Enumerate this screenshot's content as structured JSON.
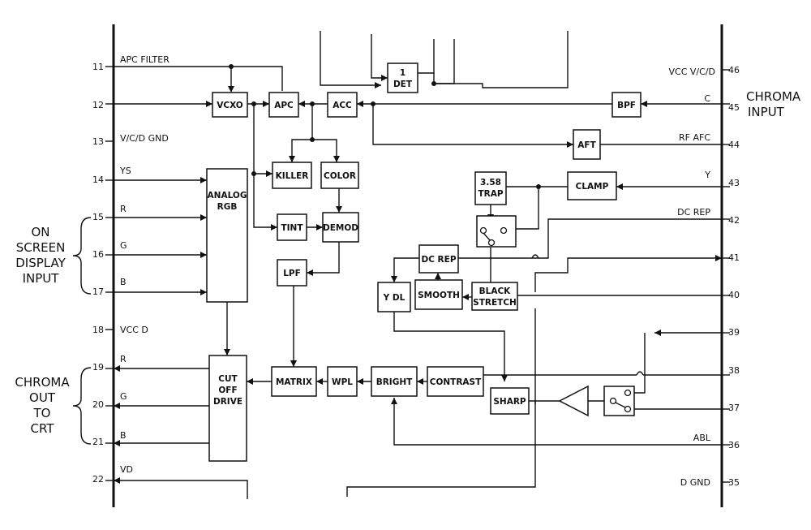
{
  "left_pins": [
    {
      "num": "11",
      "label": "APC FILTER"
    },
    {
      "num": "12",
      "label": ""
    },
    {
      "num": "13",
      "label": "V/C/D GND"
    },
    {
      "num": "14",
      "label": "YS"
    },
    {
      "num": "15",
      "label": "R"
    },
    {
      "num": "16",
      "label": "G"
    },
    {
      "num": "17",
      "label": "B"
    },
    {
      "num": "18",
      "label": "VCC D"
    },
    {
      "num": "19",
      "label": "R"
    },
    {
      "num": "20",
      "label": "G"
    },
    {
      "num": "21",
      "label": "B"
    },
    {
      "num": "22",
      "label": "VD"
    }
  ],
  "right_pins": [
    {
      "num": "46",
      "label": "VCC V/C/D"
    },
    {
      "num": "45",
      "label": "C"
    },
    {
      "num": "44",
      "label": "RF AFC"
    },
    {
      "num": "43",
      "label": "Y"
    },
    {
      "num": "42",
      "label": "DC REP"
    },
    {
      "num": "41",
      "label": ""
    },
    {
      "num": "40",
      "label": ""
    },
    {
      "num": "39",
      "label": ""
    },
    {
      "num": "38",
      "label": ""
    },
    {
      "num": "37",
      "label": ""
    },
    {
      "num": "36",
      "label": "ABL"
    },
    {
      "num": "35",
      "label": "D GND"
    }
  ],
  "blocks": {
    "det": [
      "1",
      "DET"
    ],
    "vcxo": "VCXO",
    "apc": "APC",
    "acc": "ACC",
    "bpf": "BPF",
    "aft": "AFT",
    "killer": "KILLER",
    "color": "COLOR",
    "analog_rgb": [
      "ANALOG",
      "RGB"
    ],
    "trap": [
      "3.58",
      "TRAP"
    ],
    "clamp": "CLAMP",
    "tint": "TINT",
    "demod": "DEMOD",
    "lpf": "LPF",
    "dc_rep": "DC REP",
    "y_dl": "Y DL",
    "smooth": "SMOOTH",
    "black_stretch": [
      "BLACK",
      "STRETCH"
    ],
    "matrix": "MATRIX",
    "wpl": "WPL",
    "bright": "BRIGHT",
    "contrast": "CONTRAST",
    "sharp": "SHARP",
    "cut_off_drive": [
      "CUT",
      "OFF",
      "DRIVE"
    ]
  },
  "side_labels": {
    "chroma_input": [
      "CHROMA",
      "INPUT"
    ],
    "osd_input": [
      "ON",
      "SCREEN",
      "DISPLAY",
      "INPUT"
    ],
    "chroma_out": [
      "CHROMA",
      "OUT",
      "TO",
      "CRT"
    ]
  }
}
